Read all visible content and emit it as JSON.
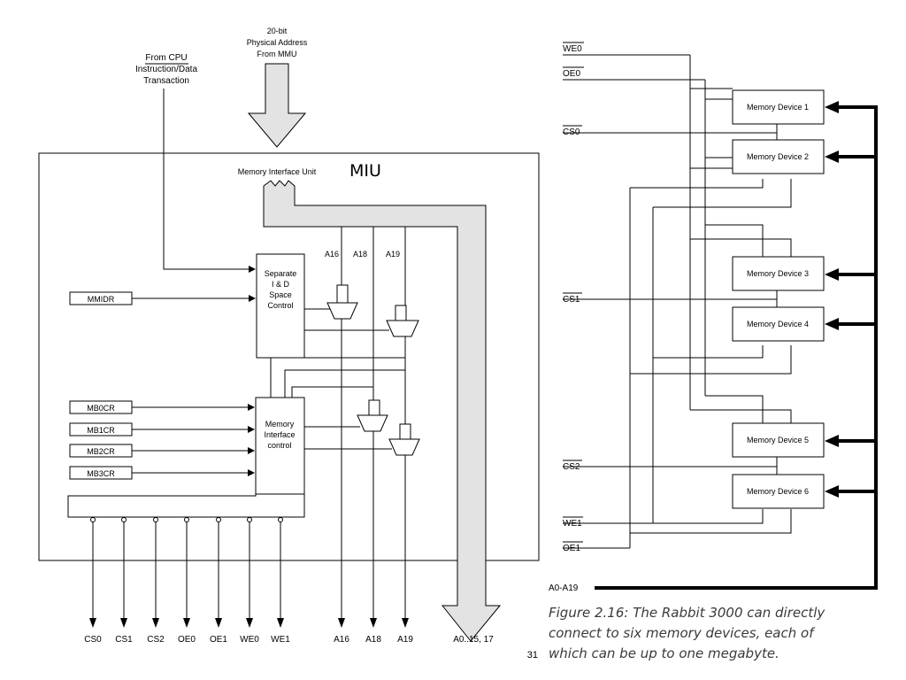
{
  "left": {
    "cpu_label": [
      "From CPU",
      "Instruction/Data",
      "Transaction"
    ],
    "addr_label": [
      "20-bit",
      "Physical Address",
      "From MMU"
    ],
    "miu_label": "Memory Interface Unit",
    "miu_big": "MIU",
    "sep_block": [
      "Separate",
      "I & D",
      "Space",
      "Control"
    ],
    "mem_block": [
      "Memory",
      "Interface",
      "control"
    ],
    "reg_mmidr": "MMIDR",
    "reg_mb0cr": "MB0CR",
    "reg_mb1cr": "MB1CR",
    "reg_mb2cr": "MB2CR",
    "reg_mb3cr": "MB3CR",
    "top_a16": "A16",
    "top_a18": "A18",
    "top_a19": "A19",
    "bot_cs0": "CS0",
    "bot_cs1": "CS1",
    "bot_cs2": "CS2",
    "bot_oe0": "OE0",
    "bot_oe1": "OE1",
    "bot_we0": "WE0",
    "bot_we1": "WE1",
    "bot_a16": "A16",
    "bot_a18": "A18",
    "bot_a19": "A19",
    "bot_a015": "A0..15, 17"
  },
  "right": {
    "sig_we0": "WE0",
    "sig_oe0": "OE0",
    "sig_cs0": "CS0",
    "sig_cs1": "CS1",
    "sig_cs2": "CS2",
    "sig_we1": "WE1",
    "sig_oe1": "OE1",
    "sig_addr": "A0-A19",
    "dev1": "Memory Device 1",
    "dev2": "Memory Device 2",
    "dev3": "Memory Device 3",
    "dev4": "Memory Device 4",
    "dev5": "Memory Device 5",
    "dev6": "Memory Device 6"
  },
  "caption": [
    "Figure 2.16: The Rabbit 3000 can directly",
    "connect to six memory devices, each of",
    "which can be up to one megabyte."
  ],
  "page_number": "31"
}
